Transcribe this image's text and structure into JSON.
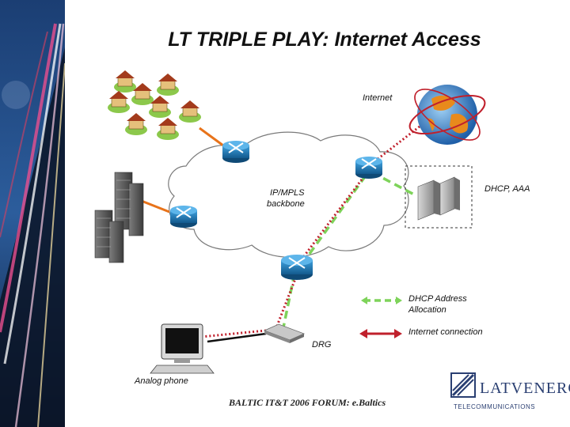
{
  "title": "LT TRIPLE PLAY: Internet Access",
  "labels": {
    "internet": "Internet",
    "dhcp_aaa": "DHCP, AAA",
    "backbone_line1": "IP/MPLS",
    "backbone_line2": "backbone",
    "drg": "DRG",
    "analog_phone": "Analog phone"
  },
  "legend": {
    "dhcp_line1": "DHCP Address",
    "dhcp_line2": "Allocation",
    "internet_connection": "Internet connection"
  },
  "footer": "BALTIC IT&T 2006 FORUM: e.Baltics",
  "logo": {
    "name": "LATVENERGO",
    "sub": "TELECOMMUNICATIONS"
  },
  "colors": {
    "dhcp_line": "#7ed35a",
    "internet_line": "#c0202c",
    "link_line": "#e8731a",
    "router": "#1f79b6"
  }
}
